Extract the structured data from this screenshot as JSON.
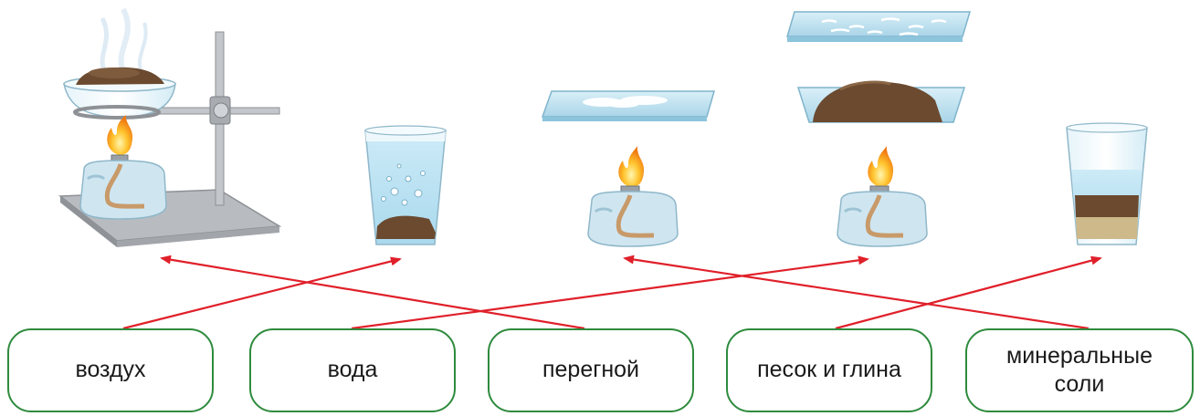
{
  "labels": {
    "air": "воздух",
    "water": "вода",
    "humus": "перегной",
    "sand_clay": "песок и глина",
    "mineral_salts_line1": "минеральные",
    "mineral_salts_line2": "соли"
  },
  "colors": {
    "arrow": "#e0202a",
    "box_border": "#2e8b3d",
    "soil": "#6b4a30",
    "glass_water": "#bfe3f2",
    "flame": "#f5a623"
  },
  "icons": {
    "experiment1": "heated-soil-dish-on-stand-icon",
    "experiment2": "glass-water-soil-bubbles-icon",
    "experiment3": "glass-plate-over-burner-icon",
    "experiment4": "heated-soil-with-glass-icon",
    "experiment5": "glass-water-sediment-icon"
  }
}
